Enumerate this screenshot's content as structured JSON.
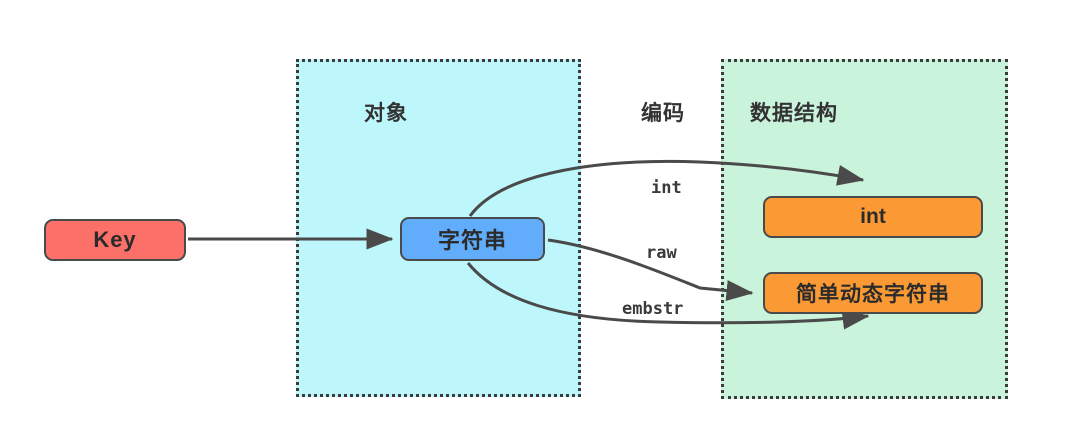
{
  "diagram": {
    "title": "Redis string object encoding mapping",
    "background": "#ffffff",
    "zones": [
      {
        "id": "object",
        "label": "对象",
        "fill": "#bdf6fb",
        "border_style": "dotted",
        "border_color": "#3b3b3b"
      },
      {
        "id": "encoding",
        "label": "编码",
        "fill": "#ffffff",
        "border_style": "none",
        "border_color": "none"
      },
      {
        "id": "datastructure",
        "label": "数据结构",
        "fill": "#caf3dc",
        "border_style": "dotted",
        "border_color": "#3b3b3b"
      }
    ],
    "nodes": [
      {
        "id": "key",
        "label": "Key",
        "fill": "#fb7068",
        "border": "#4a4a4a",
        "shape": "rounded-rect"
      },
      {
        "id": "string",
        "label": "字符串",
        "fill": "#62adfb",
        "border": "#4a4a4a",
        "shape": "rounded-rect"
      },
      {
        "id": "int",
        "label": "int",
        "fill": "#fb9a34",
        "border": "#4a4a4a",
        "shape": "rounded-rect"
      },
      {
        "id": "sds",
        "label": "简单动态字符串",
        "fill": "#fb9a34",
        "border": "#4a4a4a",
        "shape": "rounded-rect"
      }
    ],
    "edges": [
      {
        "id": "key-to-string",
        "from": "key",
        "to": "string",
        "label": "",
        "style": "straight",
        "arrow": true,
        "color": "#4a4a4a"
      },
      {
        "id": "string-to-int",
        "from": "string",
        "to": "int",
        "label": "int",
        "style": "curve",
        "arrow": true,
        "color": "#4a4a4a"
      },
      {
        "id": "string-to-sds-raw",
        "from": "string",
        "to": "sds",
        "label": "raw",
        "style": "curve",
        "arrow": true,
        "color": "#4a4a4a"
      },
      {
        "id": "string-to-sds-embstr",
        "from": "string",
        "to": "sds",
        "label": "embstr",
        "style": "curve",
        "arrow": true,
        "color": "#4a4a4a"
      }
    ]
  }
}
